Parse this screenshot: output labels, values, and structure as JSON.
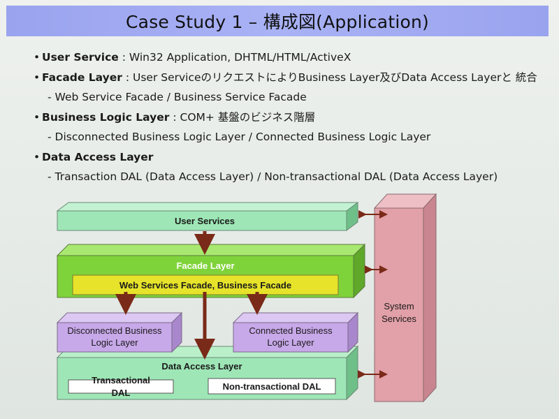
{
  "title": "Case Study 1 – 構成図(Application)",
  "bullets": [
    {
      "bold": "User Service",
      "text": " : Win32 Application, DHTML/HTML/ActiveX"
    },
    {
      "bold": "Facade Layer",
      "text": " : User ServiceのリクエストによりBusiness Layer及びData Access Layerと 統合"
    },
    {
      "sub": "Web Service Facade / Business Service Facade"
    },
    {
      "bold": "Business Logic Layer",
      "text": " : COM+ 基盤のビジネス階層"
    },
    {
      "sub": "Disconnected Business Logic Layer / Connected Business Logic Layer"
    },
    {
      "bold": "Data Access Layer",
      "text": ""
    },
    {
      "sub": "Transaction DAL (Data Access Layer)  / Non-transactional DAL (Data Access Layer)"
    }
  ],
  "diagram": {
    "user_services": "User Services",
    "facade_layer": "Facade Layer",
    "web_services_facade": "Web Services Facade, Business Facade",
    "disconnected_line1": "Disconnected Business",
    "disconnected_line2": "Logic Layer",
    "connected_line1": "Connected Business",
    "connected_line2": "Logic Layer",
    "data_access_layer": "Data Access Layer",
    "transactional_line1": "Transactional",
    "transactional_line2": "DAL",
    "non_transactional": "Non-transactional DAL",
    "system_line1": "System",
    "system_line2": "Services"
  },
  "colors": {
    "green_light": "#9ee6b6",
    "green_bright": "#7fd33a",
    "yellow": "#e6e32a",
    "purple": "#c7a8e8",
    "pink": "#e2a0a8",
    "arrow": "#7a2a18"
  }
}
